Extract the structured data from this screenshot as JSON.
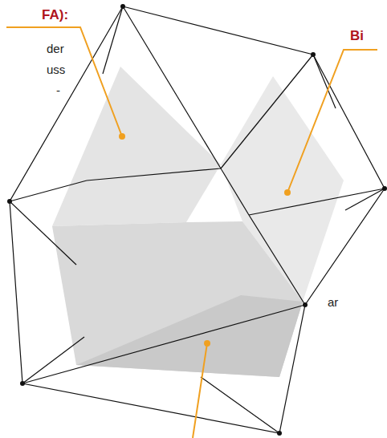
{
  "diagram": {
    "labels": [
      "FA):",
      "der",
      "uss",
      "-",
      "Bi",
      "ar"
    ]
  }
}
